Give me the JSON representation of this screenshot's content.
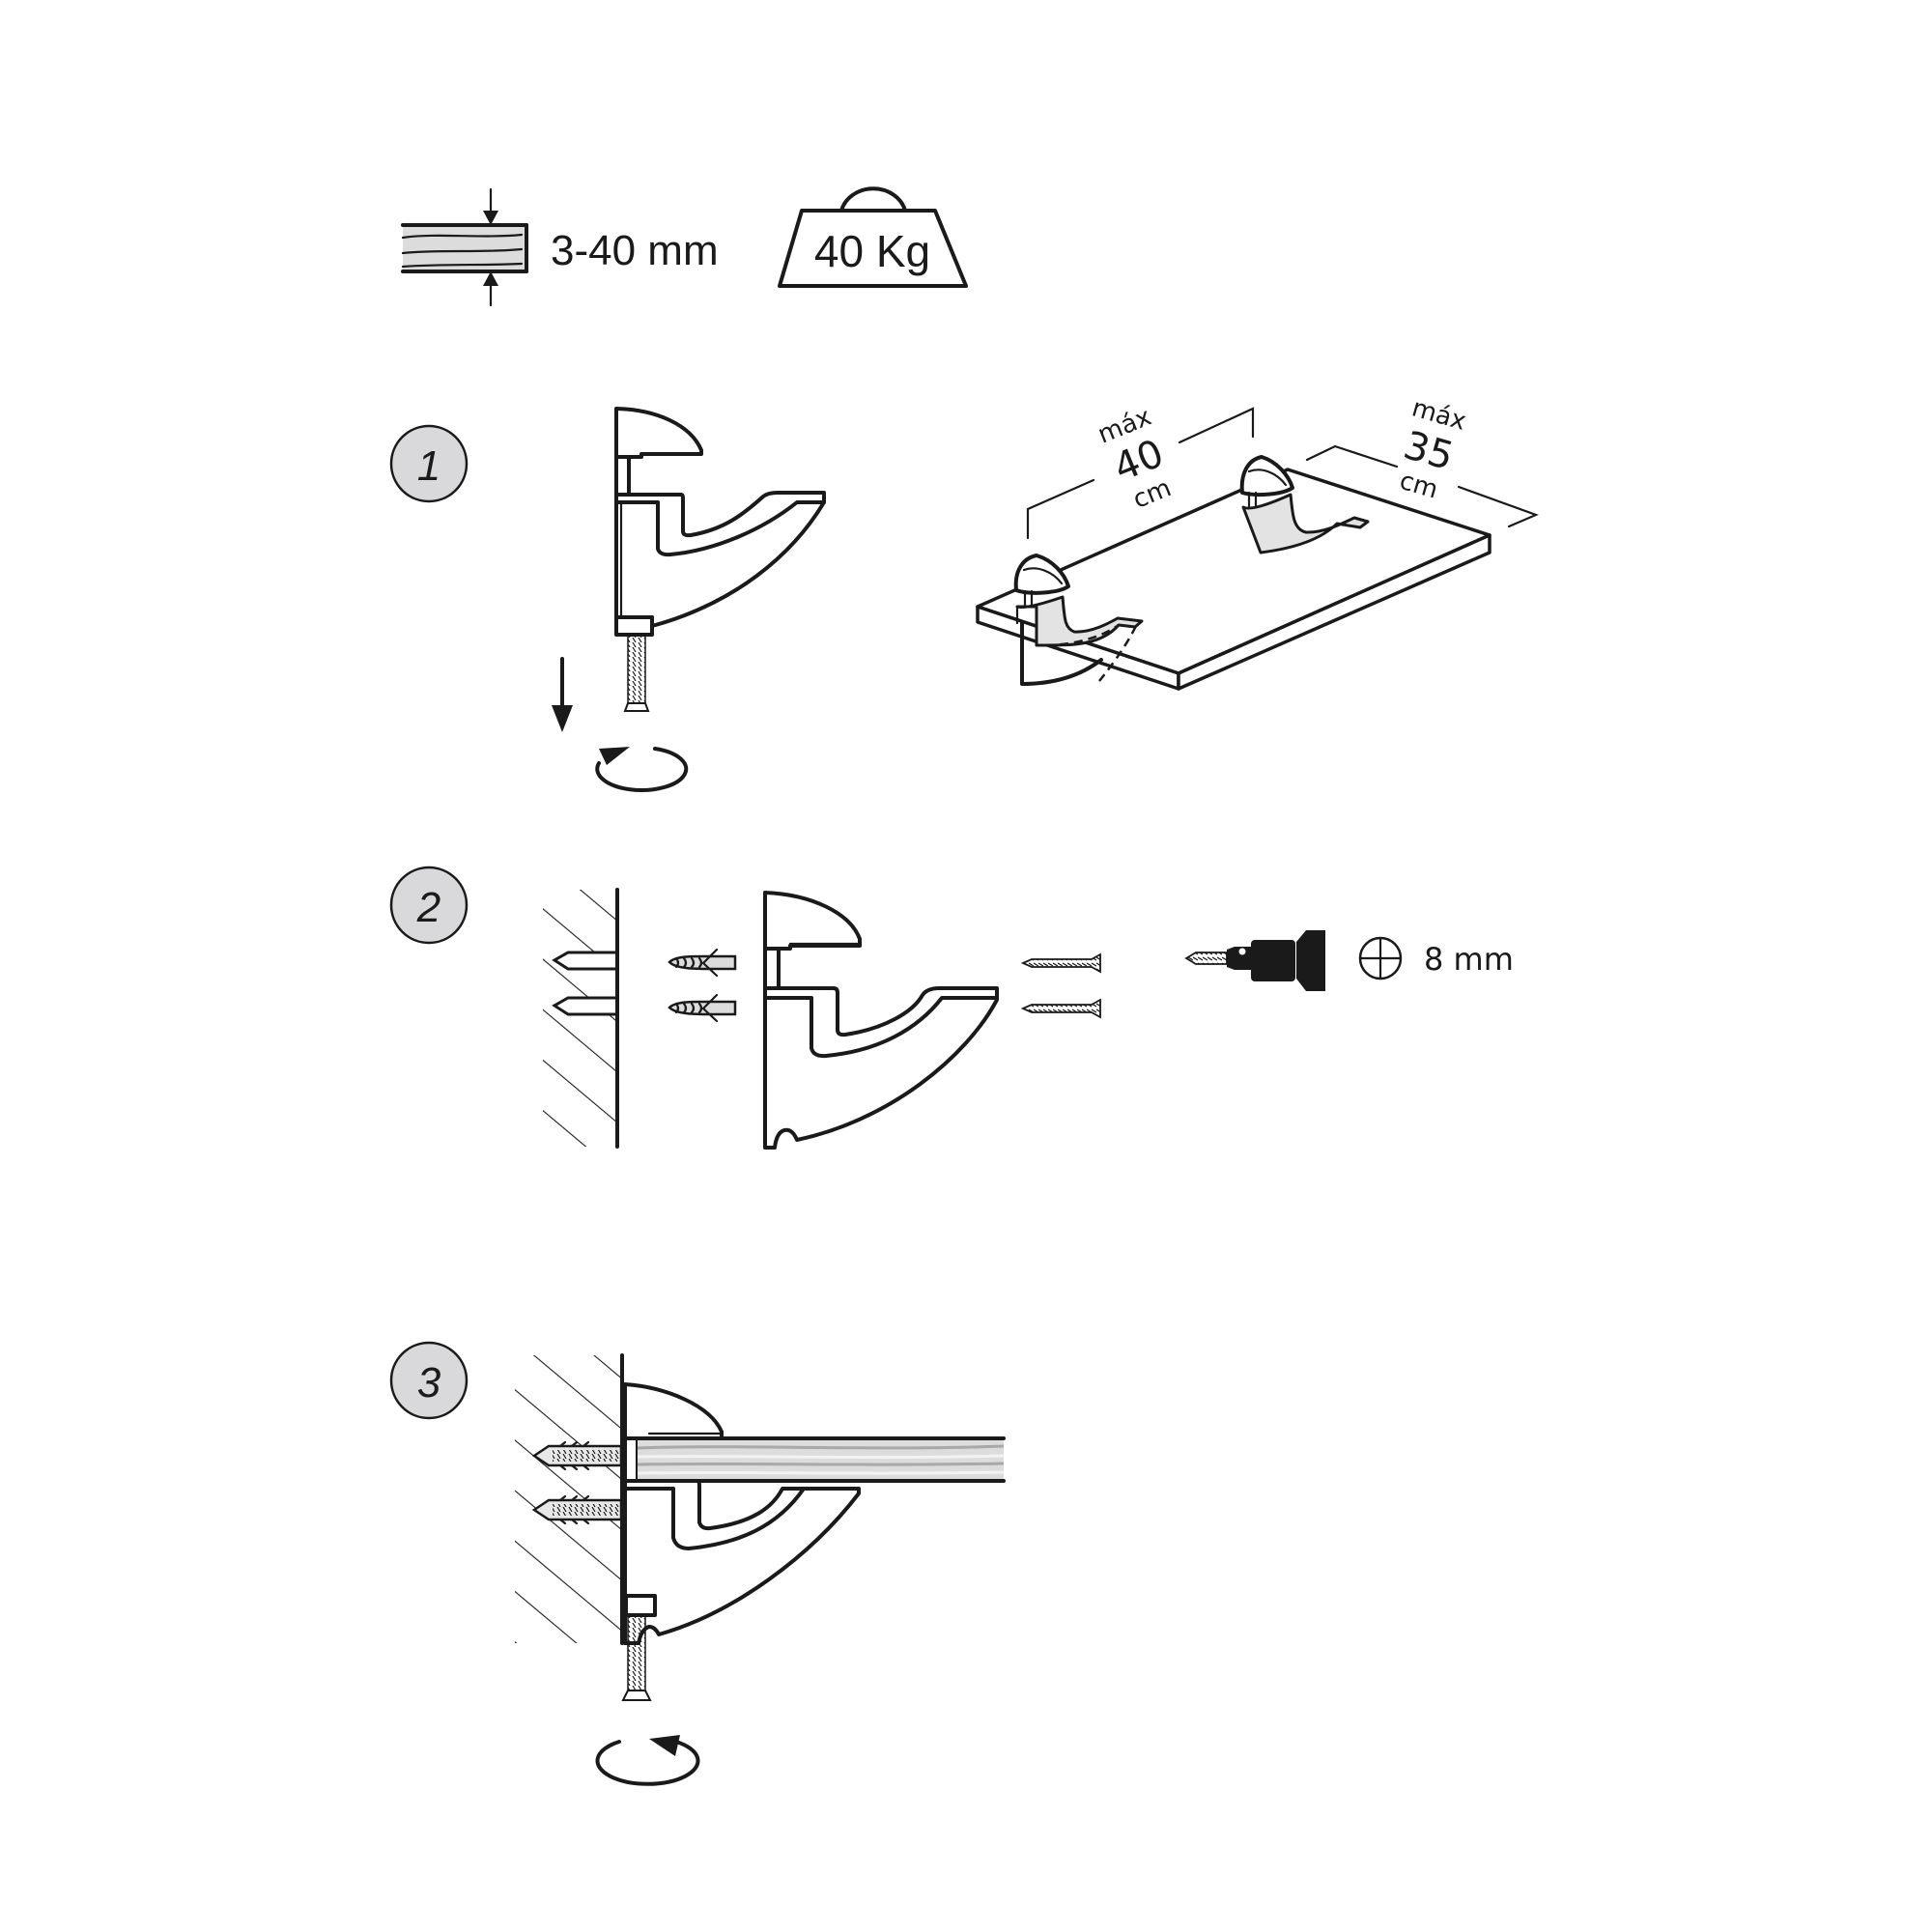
{
  "spec": {
    "thickness_label": "3-40 mm",
    "weight_label": "40 Kg"
  },
  "steps": [
    {
      "number": "1",
      "dimensions": {
        "length": {
          "prefix": "máx",
          "value": "40",
          "unit": "cm"
        },
        "depth": {
          "prefix": "máx",
          "value": "35",
          "unit": "cm"
        }
      }
    },
    {
      "number": "2",
      "drill": {
        "diameter_label": "8 mm"
      }
    },
    {
      "number": "3"
    }
  ],
  "colors": {
    "line": "#1a1a1a",
    "step_circle_fill": "#d9d9db",
    "wood_fill": "#dcdcdc",
    "wood_grain": "#a0a0a0",
    "part_fill": "#e3e3e3",
    "background": "#ffffff"
  }
}
